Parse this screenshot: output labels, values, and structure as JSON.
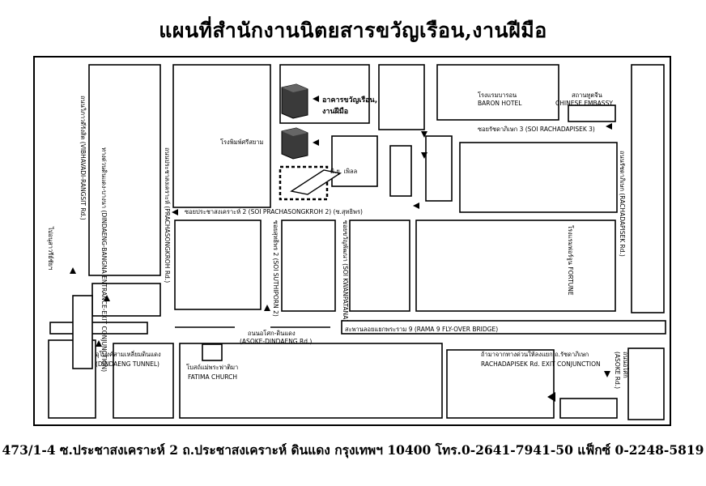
{
  "title": "แผนที่สำนักงานนิตยสารขวัญเรือน,งานฝีมือ",
  "footer": "473/1-4 ซ.ประชาสงเคราะห์ 2  ถ.ประชาสงเคราะห์ ดินแดง  กรุงเทพฯ  10400  โทร.0-2641-7941-50  แฟ็กซ์  0-2248-5819",
  "labels": {
    "office_building": "อาคารขวัญเรือน,",
    "office_building_2": "งานฝีมือ",
    "srisiam_press": "โรงพิมพ์ศรีสยาม",
    "mr_pearl": "มิ.ยู. เพิลล",
    "baron_hotel_th": "โรงแรมบารอน",
    "baron_hotel_en": "BARON HOTEL",
    "chinese_embassy_th": "สถานทูตจีน",
    "chinese_embassy_en": "CHINESE EMBASSY",
    "soi_rachadapisek3": "ซอยรัชดาภิเษก 3  (SOI RACHADAPISEK 3)",
    "soi_prachasongkroh2": "ซอยประชาสงเคราะห์ 2 (SOI PRACHASONGKROH 2)  (ซ.สุทธิพร)",
    "vibhavadi": "ถนนวิภาวดีรังสิต (VIBHAVADI-RANGSIT Rd.)",
    "dindaeng_bangna": "ทางด่วนดินแดง-บางนา (DINDAENG-BANGNA ENTRANCE-EXIT CONJUNCTION)",
    "rama9_bridge_th": "สะพานลอยแยกพระราม 9 (RAMA 9 FLY-OVER BRIDGE)",
    "asoke_dindaeng_th": "ถนนอโศก-ดินแดง",
    "asoke_dindaeng_en": "(ASOKE-DINDAENG Rd.)",
    "dindaeng_tunnel_th": "อุโมงค์สามเหลี่ยมดินแดง",
    "dindaeng_tunnel_en": "(DINDAENG TUNNEL)",
    "fatima_th": "โบสถ์แม่พระฟาติมา",
    "fatima_en": "FATIMA CHURCH",
    "rachadapisek_exit_th": "ถ้ามาจากทางด่วนให้ลงแยก ถ.รัชดาภิเษก",
    "rachadapisek_exit_en": "RACHADAPISEK Rd. EXIT CONJUNCTION",
    "prachasongkroh_rd": "ถนนประชาสงเคราะห์ (PRACHASONGKROH Rd.)",
    "soi_suthiporn": "ซอยสุทธิพร 2 (SOI SUTHIPORN 2)",
    "soi_kwanpatana": "ซอยขวัญพัฒนา (SOI KWANPATANA)",
    "fortune": "โรงแรมฟอร์จูน FORTUNE",
    "rachadapisek_rd": "ถนนรัชดาภิเษก (RACHADAPISEK Rd.)",
    "victory_monument": "ไปอนุสาวรีย์ชัยฯ",
    "asoke_rd_th": "ถนนอโศก",
    "asoke_rd_en": "(ASOKE Rd.)"
  },
  "colors": {
    "ink": "#000000",
    "paper": "#ffffff",
    "building": "#3a3a3a"
  }
}
